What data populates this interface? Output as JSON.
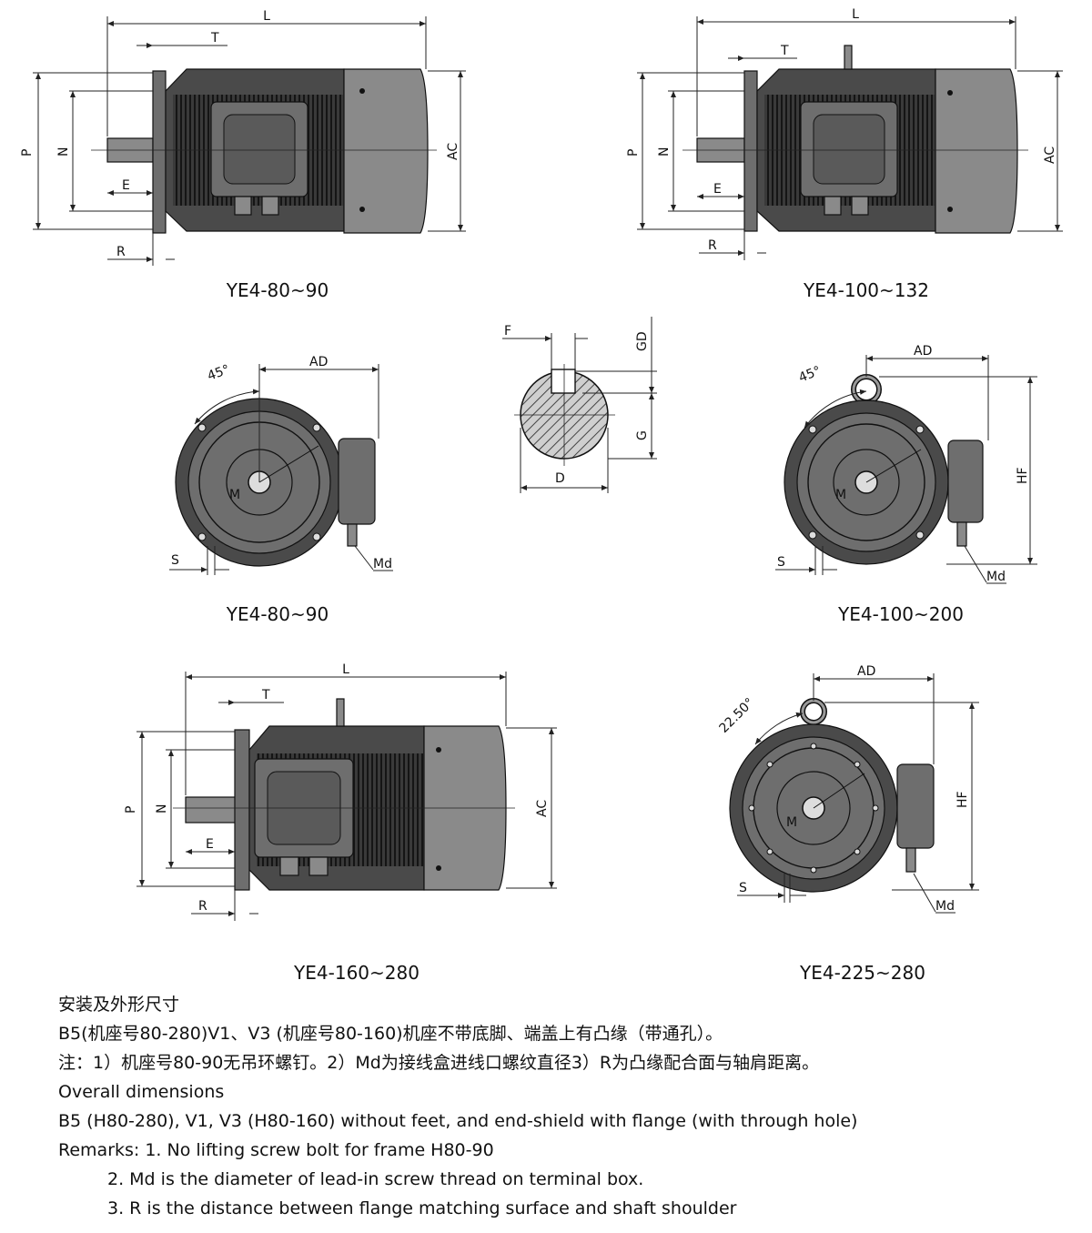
{
  "labels": {
    "L": "L",
    "T": "T",
    "P": "P",
    "N": "N",
    "E": "E",
    "R": "R",
    "AC": "AC",
    "AD": "AD",
    "M": "M",
    "S": "S",
    "Md": "Md",
    "HF": "HF",
    "F": "F",
    "GD": "GD",
    "G": "G",
    "D": "D",
    "angle45": "45°",
    "angle2250": "22.50°"
  },
  "captions": {
    "side_small": "YE4-80~90",
    "side_medium": "YE4-100~132",
    "front_small": "YE4-80~90",
    "front_medium": "YE4-100~200",
    "side_large": "YE4-160~280",
    "front_large": "YE4-225~280"
  },
  "notes": {
    "cn_title": "安装及外形尺寸",
    "cn_line1": "B5(机座号80-280)V1、V3 (机座号80-160)机座不带底脚、端盖上有凸缘（带通孔）。",
    "cn_line2": "注：1）机座号80-90无吊环螺钉。2）Md为接线盒进线口螺纹直径3）R为凸缘配合面与轴肩距离。",
    "en_title": "Overall dimensions",
    "en_line1": "B5 (H80-280), V1, V3 (H80-160) without feet, and end-shield with flange (with through hole)",
    "en_line2": "Remarks: 1. No lifting screw bolt for frame H80-90",
    "en_line3": "2. Md is the diameter of lead-in screw thread on terminal box.",
    "en_line4": "3. R is the distance between flange matching surface and shaft shoulder"
  },
  "colors": {
    "body_dark": "#4a4a4a",
    "body_mid": "#6e6e6e",
    "body_light": "#8a8a8a"
  }
}
